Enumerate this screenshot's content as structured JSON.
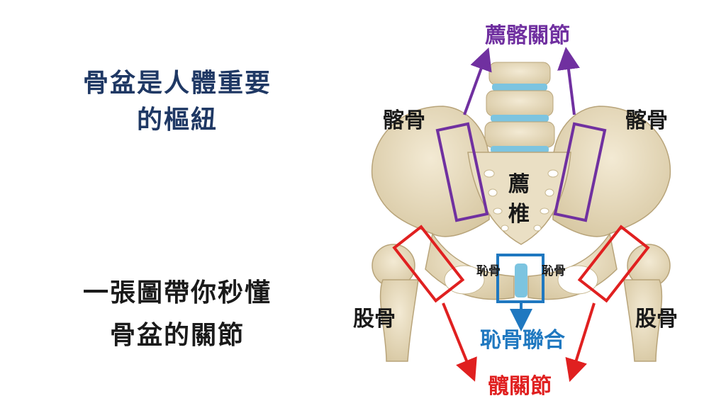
{
  "left_text": {
    "headline_line1": "骨盆是人體重要",
    "headline_line2": "的樞紐",
    "sub_line1": "一張圖帶你秒懂",
    "sub_line2": "骨盆的關節"
  },
  "labels": {
    "sacroiliac_joint": "薦髂關節",
    "ilium_left": "髂骨",
    "ilium_right": "髂骨",
    "sacrum_char1": "薦",
    "sacrum_char2": "椎",
    "pubis_left": "恥骨",
    "pubis_right": "恥骨",
    "femur_left": "股骨",
    "femur_right": "股骨",
    "pubic_symphysis": "恥骨聯合",
    "hip_joint": "髖關節"
  },
  "colors": {
    "purple": "#7030a0",
    "red": "#e02020",
    "blue": "#1f78c0",
    "navy": "#1f3864",
    "bone": "#e8dcc0",
    "disc": "#7cc4e0"
  }
}
